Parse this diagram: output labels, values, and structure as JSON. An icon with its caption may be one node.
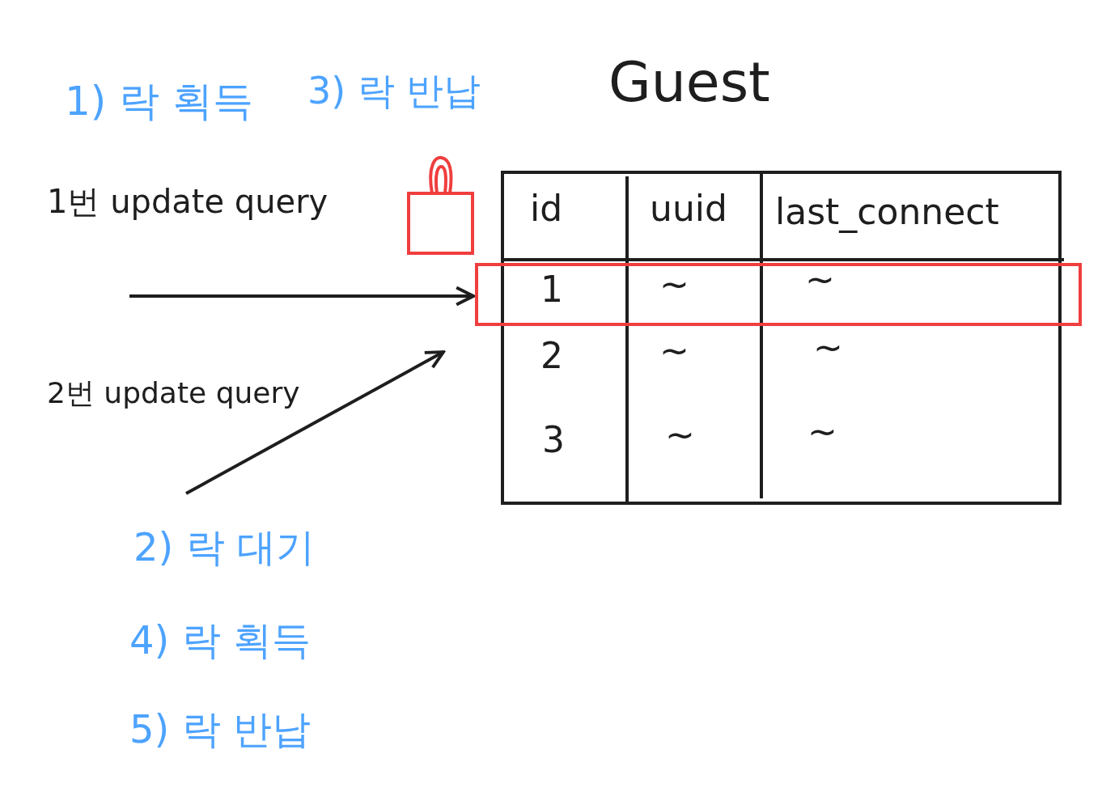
{
  "diagram": {
    "title": "Guest",
    "nodes": [
      {
        "text": [
          "1번 update query"
        ]
      },
      {
        "text": [
          "2번 update query"
        ]
      },
      {
        "text": [],
        "shape": "box"
      }
    ],
    "edges": [
      {
        "from": 0,
        "to": 2,
        "arrow": "to"
      },
      {
        "from": 1,
        "to": null,
        "arrow": "to"
      }
    ],
    "labels": [
      "1) 락 획득",
      "3) 락 반납",
      "id",
      "uuid",
      "last_connect",
      "1",
      "~",
      "~",
      "2",
      "~",
      "~",
      "3",
      "~",
      "~",
      "2) 락 대기",
      "4) 락 획득",
      "5) 락 반납"
    ]
  }
}
